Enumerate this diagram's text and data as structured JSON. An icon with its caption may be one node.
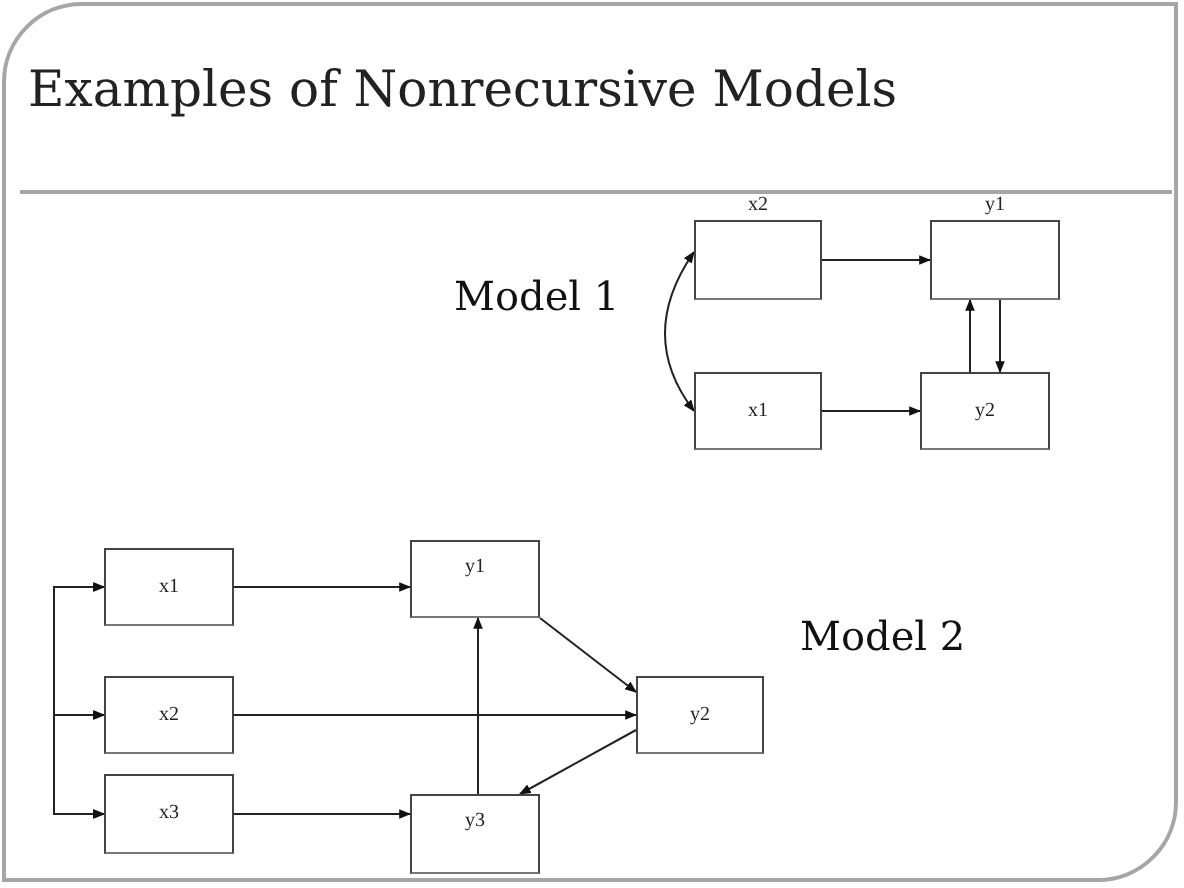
{
  "diagram": {
    "title": "Examples of Nonrecursive Models",
    "nodes": [
      {
        "text": [
          "x2"
        ]
      },
      {
        "text": [
          "y1"
        ]
      },
      {
        "text": [
          "x1"
        ]
      },
      {
        "text": [
          "y2"
        ]
      },
      {
        "text": [
          "x1"
        ]
      },
      {
        "text": [
          "x2"
        ]
      },
      {
        "text": [
          "x3"
        ]
      },
      {
        "text": [
          "y1"
        ]
      },
      {
        "text": [
          "y2"
        ]
      },
      {
        "text": [
          "y3"
        ]
      }
    ],
    "edges": [
      {
        "from": 0,
        "to": 2,
        "arrow": "both"
      },
      {
        "from": 0,
        "to": 1,
        "arrow": "to"
      },
      {
        "from": 2,
        "to": 3,
        "arrow": "to"
      },
      {
        "from": 3,
        "to": 1,
        "arrow": "to"
      },
      {
        "from": 1,
        "to": 3,
        "arrow": "to"
      },
      {
        "from": 4,
        "to": 5,
        "arrow": "both"
      },
      {
        "from": 5,
        "to": 6,
        "arrow": "both"
      },
      {
        "from": 4,
        "to": 6,
        "arrow": "both"
      },
      {
        "from": 4,
        "to": 7,
        "arrow": "to"
      },
      {
        "from": 5,
        "to": 8,
        "arrow": "to"
      },
      {
        "from": 6,
        "to": 9,
        "arrow": "to"
      },
      {
        "from": 9,
        "to": 7,
        "arrow": "to"
      },
      {
        "from": 7,
        "to": 8,
        "arrow": "to"
      },
      {
        "from": 8,
        "to": 9,
        "arrow": "to"
      }
    ],
    "labels": [
      "Model 1",
      "Model 2"
    ]
  }
}
